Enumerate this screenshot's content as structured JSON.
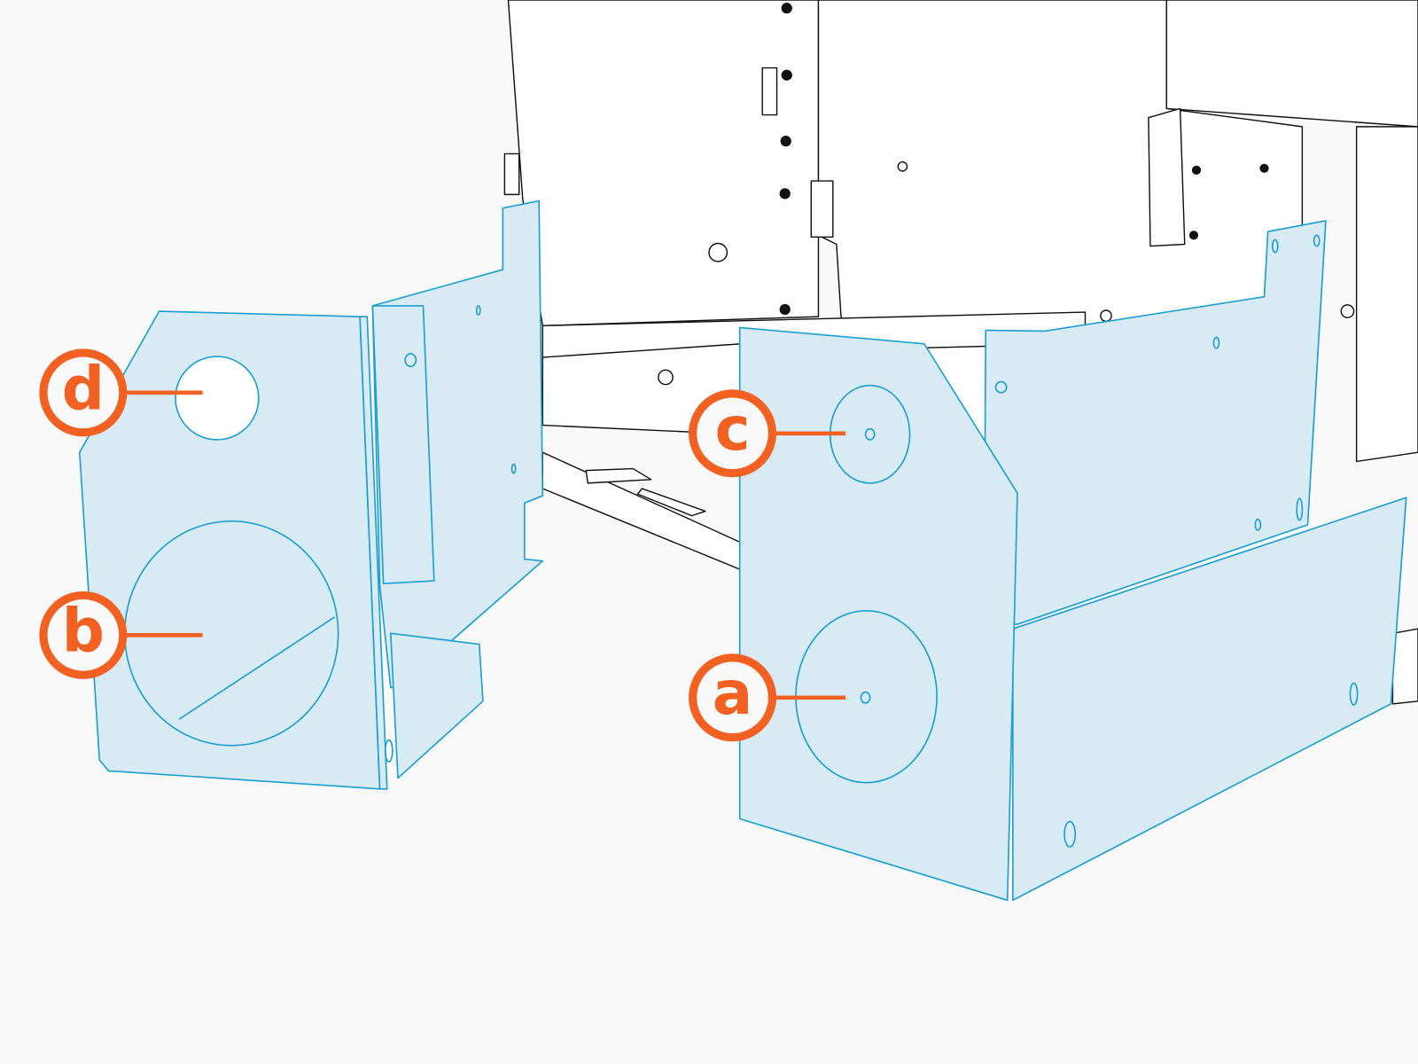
{
  "diagram": {
    "callouts": [
      {
        "id": "a",
        "label": "a"
      },
      {
        "id": "b",
        "label": "b"
      },
      {
        "id": "c",
        "label": "c"
      },
      {
        "id": "d",
        "label": "d"
      }
    ],
    "colors": {
      "accent": "#f26122",
      "panel_fill": "#d8eaf3",
      "panel_stroke": "#1a9fd0",
      "background": "#f9f9f9"
    }
  }
}
